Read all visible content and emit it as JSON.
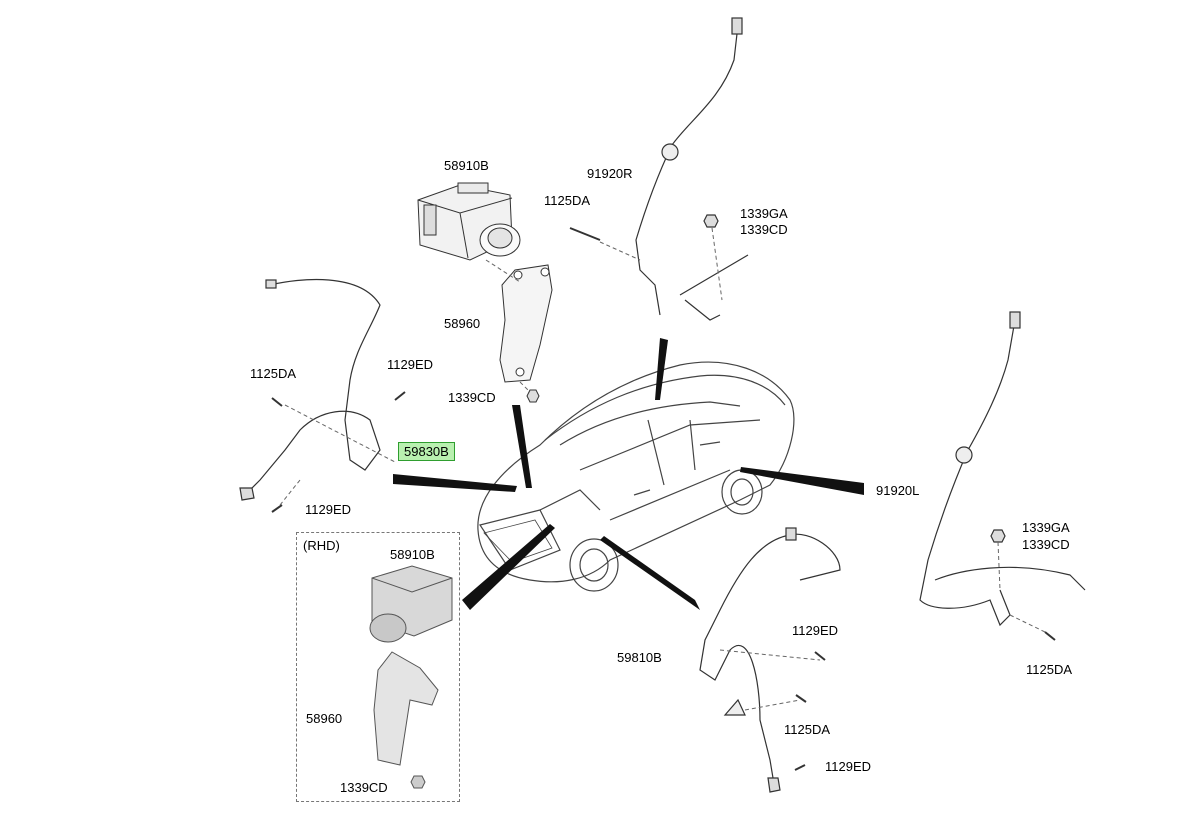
{
  "rhd_label": "(RHD)",
  "labels": {
    "abs_module_top": "58910B",
    "bracket_top": "58960",
    "nut_top": "1339CD",
    "bolt_top_right": "1125DA",
    "sensor_rear_right": "91920R",
    "nut_rear_right_1": "1339GA",
    "nut_rear_right_2": "1339CD",
    "bolt_front_left_a": "1125DA",
    "bolt_front_left_b": "1129ED",
    "sensor_front_left": "59830B",
    "bolt_front_left_c": "1129ED",
    "sensor_rear_left": "91920L",
    "nut_rear_left_1": "1339GA",
    "nut_rear_left_2": "1339CD",
    "bolt_rear_left": "1125DA",
    "bolt_front_right_a": "1129ED",
    "sensor_front_right": "59810B",
    "bolt_front_right_b": "1125DA",
    "bolt_front_right_c": "1129ED",
    "abs_module_rhd": "58910B",
    "bracket_rhd": "58960",
    "nut_rhd": "1339CD"
  }
}
